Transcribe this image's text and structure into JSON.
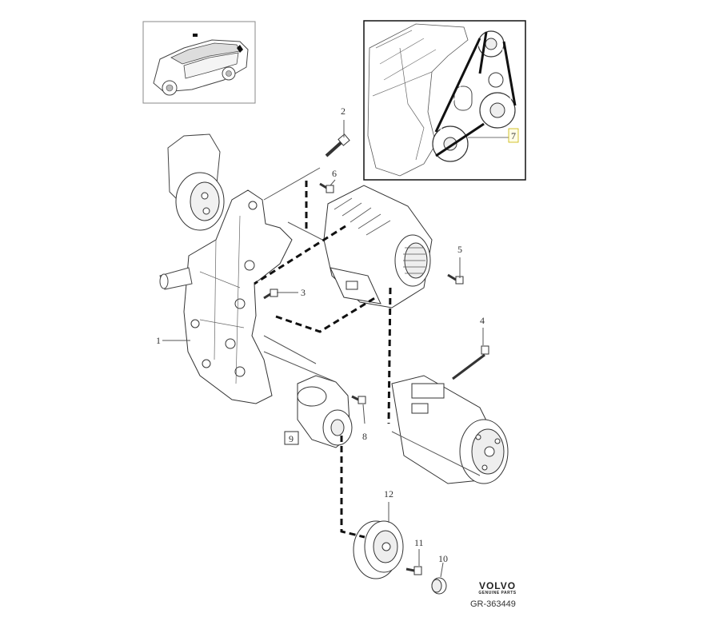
{
  "diagram": {
    "callouts": [
      {
        "id": "1",
        "label": "1"
      },
      {
        "id": "2",
        "label": "2"
      },
      {
        "id": "3",
        "label": "3"
      },
      {
        "id": "4",
        "label": "4"
      },
      {
        "id": "5",
        "label": "5"
      },
      {
        "id": "6",
        "label": "6"
      },
      {
        "id": "7",
        "label": "7"
      },
      {
        "id": "8",
        "label": "8"
      },
      {
        "id": "9",
        "label": "9"
      },
      {
        "id": "10",
        "label": "10"
      },
      {
        "id": "11",
        "label": "11"
      },
      {
        "id": "12",
        "label": "12"
      }
    ],
    "brand": {
      "logo": "VOLVO",
      "subtitle": "GENUINE PARTS"
    },
    "reference": "GR-363449"
  }
}
